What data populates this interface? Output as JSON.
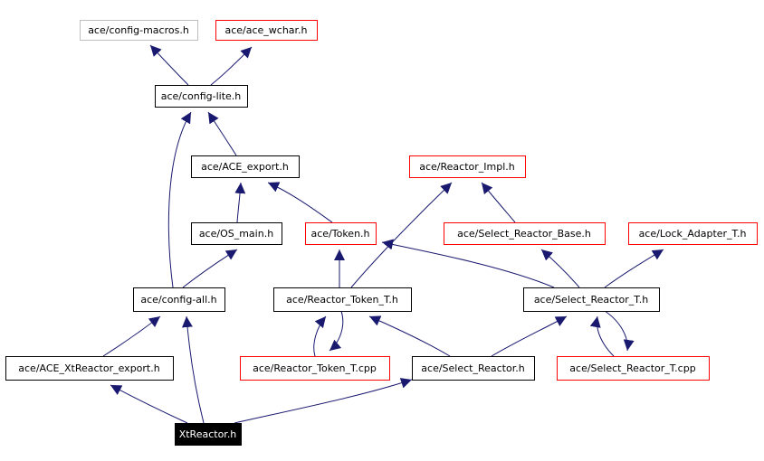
{
  "nodes": [
    {
      "id": "config_macros",
      "label": "ace/config-macros.h",
      "style": "gray"
    },
    {
      "id": "ace_wchar",
      "label": "ace/ace_wchar.h",
      "style": "red"
    },
    {
      "id": "config_lite",
      "label": "ace/config-lite.h",
      "style": "black"
    },
    {
      "id": "ace_export",
      "label": "ace/ACE_export.h",
      "style": "black"
    },
    {
      "id": "reactor_impl",
      "label": "ace/Reactor_Impl.h",
      "style": "red"
    },
    {
      "id": "os_main",
      "label": "ace/OS_main.h",
      "style": "black"
    },
    {
      "id": "token",
      "label": "ace/Token.h",
      "style": "red"
    },
    {
      "id": "select_reactor_base",
      "label": "ace/Select_Reactor_Base.h",
      "style": "red"
    },
    {
      "id": "lock_adapter",
      "label": "ace/Lock_Adapter_T.h",
      "style": "red"
    },
    {
      "id": "config_all",
      "label": "ace/config-all.h",
      "style": "black"
    },
    {
      "id": "reactor_token_t",
      "label": "ace/Reactor_Token_T.h",
      "style": "black"
    },
    {
      "id": "select_reactor_t",
      "label": "ace/Select_Reactor_T.h",
      "style": "black"
    },
    {
      "id": "xtreactor_export",
      "label": "ace/ACE_XtReactor_export.h",
      "style": "black"
    },
    {
      "id": "reactor_token_t_cpp",
      "label": "ace/Reactor_Token_T.cpp",
      "style": "red"
    },
    {
      "id": "select_reactor",
      "label": "ace/Select_Reactor.h",
      "style": "black"
    },
    {
      "id": "select_reactor_t_cpp",
      "label": "ace/Select_Reactor_T.cpp",
      "style": "red"
    },
    {
      "id": "xtreactor",
      "label": "XtReactor.h",
      "style": "root"
    }
  ],
  "edges": [
    {
      "from": "config_lite",
      "to": "config_macros"
    },
    {
      "from": "config_lite",
      "to": "ace_wchar"
    },
    {
      "from": "ace_export",
      "to": "config_lite"
    },
    {
      "from": "config_all",
      "to": "config_lite"
    },
    {
      "from": "os_main",
      "to": "ace_export"
    },
    {
      "from": "token",
      "to": "ace_export"
    },
    {
      "from": "config_all",
      "to": "os_main"
    },
    {
      "from": "select_reactor_base",
      "to": "reactor_impl"
    },
    {
      "from": "reactor_token_t",
      "to": "reactor_impl"
    },
    {
      "from": "reactor_token_t",
      "to": "token"
    },
    {
      "from": "select_reactor_t",
      "to": "token"
    },
    {
      "from": "select_reactor_t",
      "to": "select_reactor_base"
    },
    {
      "from": "select_reactor_t",
      "to": "lock_adapter"
    },
    {
      "from": "reactor_token_t_cpp",
      "to": "reactor_token_t"
    },
    {
      "from": "reactor_token_t",
      "to": "reactor_token_t_cpp"
    },
    {
      "from": "select_reactor_t_cpp",
      "to": "select_reactor_t"
    },
    {
      "from": "select_reactor_t",
      "to": "select_reactor_t_cpp"
    },
    {
      "from": "select_reactor",
      "to": "reactor_token_t"
    },
    {
      "from": "select_reactor",
      "to": "select_reactor_t"
    },
    {
      "from": "xtreactor_export",
      "to": "config_all"
    },
    {
      "from": "xtreactor",
      "to": "xtreactor_export"
    },
    {
      "from": "xtreactor",
      "to": "config_all"
    },
    {
      "from": "xtreactor",
      "to": "select_reactor"
    }
  ],
  "colors": {
    "edge": "#191970",
    "border_red": "#ff0000",
    "border_gray": "#bfbfbf",
    "border_black": "#000000",
    "root_fill": "#000000",
    "root_text": "#ffffff"
  }
}
